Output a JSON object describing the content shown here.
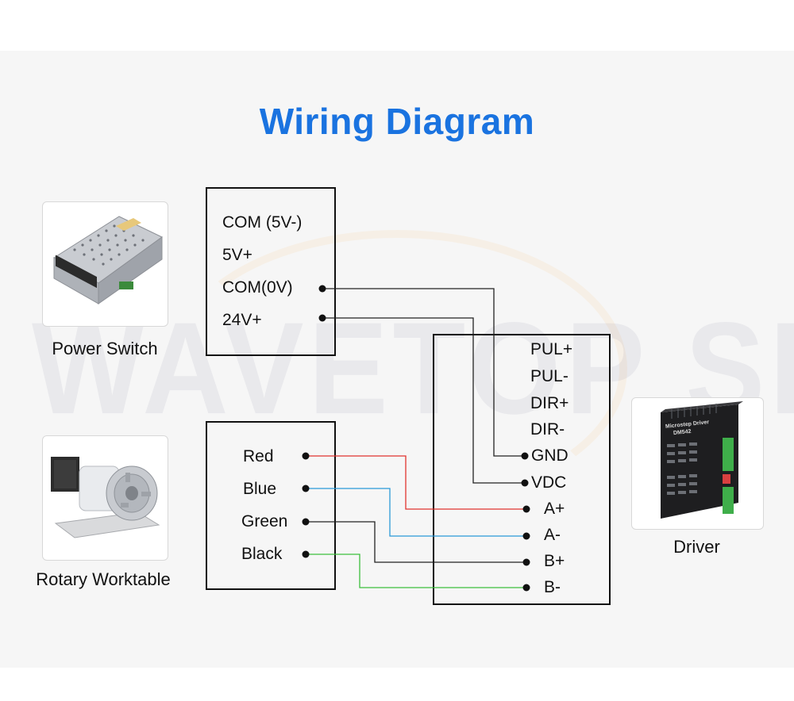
{
  "title": "Wiring Diagram",
  "watermark": "WAVETOP SIGN",
  "devices": {
    "power_switch": "Power Switch",
    "rotary_worktable": "Rotary Worktable",
    "driver": "Driver",
    "driver_model": "DM542",
    "driver_brand": "Microstep Driver"
  },
  "power_terminals": [
    "COM (5V-)",
    "5V+",
    "COM(0V)",
    "24V+"
  ],
  "motor_wires": [
    "Red",
    "Blue",
    "Green",
    "Black"
  ],
  "driver_terminals": [
    "PUL+",
    "PUL-",
    "DIR+",
    "DIR-",
    "GND",
    "VDC",
    "A+",
    "A-",
    "B+",
    "B-"
  ],
  "colors": {
    "title": "#1a73e0",
    "wire_red": "#e0342f",
    "wire_blue": "#2b9ad8",
    "wire_black": "#222222",
    "wire_green": "#3cbf3c"
  }
}
